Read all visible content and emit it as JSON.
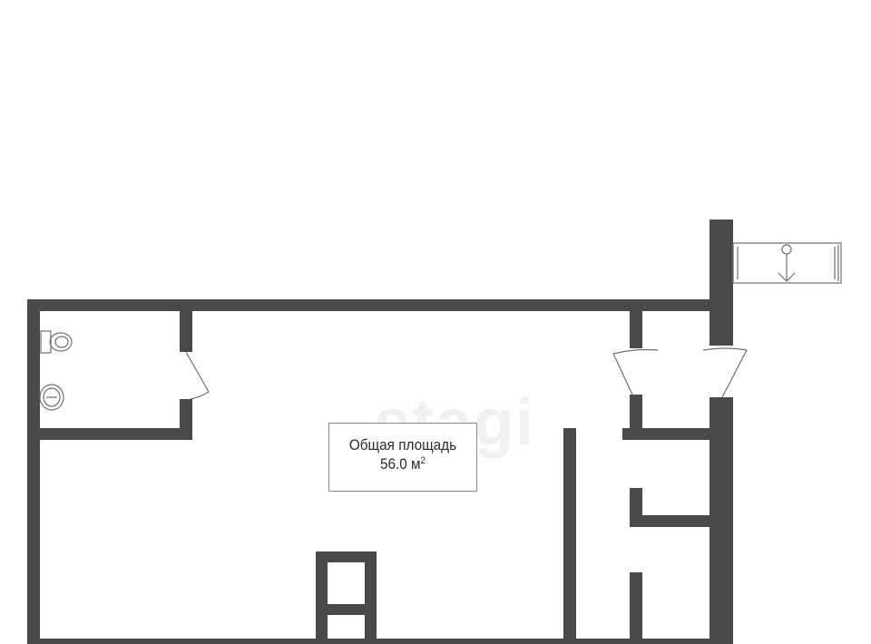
{
  "colors": {
    "wall": "#4a4a4a",
    "fixture_line": "#6f6f6f",
    "label_border": "#8a8a8a",
    "label_text": "#2b2b2b",
    "background": "#ffffff",
    "watermark": "#f1f1f1"
  },
  "area_label": {
    "title": "Общая площадь",
    "value": "56.0 м",
    "unit_superscript": "2"
  },
  "watermark_text": "etagi",
  "icons": [
    "toilet-icon",
    "sink-icon",
    "drain-icon",
    "door-swing-icon"
  ]
}
